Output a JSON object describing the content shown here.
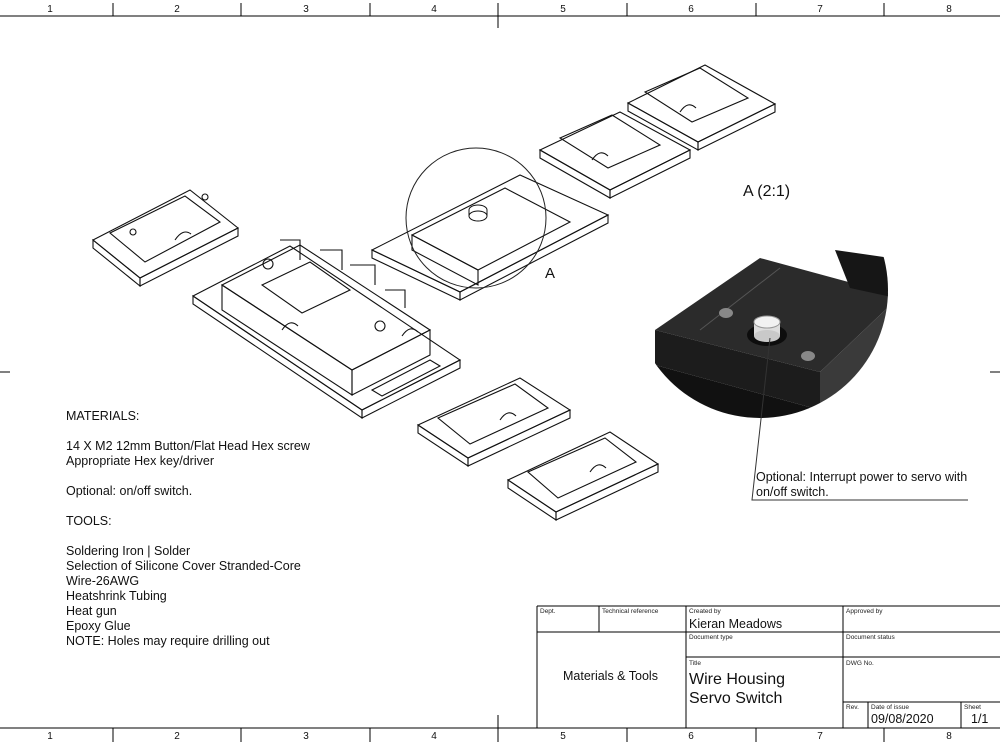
{
  "sheet": {
    "zones_top": [
      "1",
      "2",
      "3",
      "4",
      "5",
      "6",
      "7",
      "8"
    ],
    "zones_bottom": [
      "1",
      "2",
      "3",
      "4",
      "5",
      "6",
      "7",
      "8"
    ]
  },
  "views": {
    "callout_label": "A",
    "detail_label": "A (2:1)",
    "detail_note": [
      "Optional: Interrupt power to servo with",
      "on/off switch."
    ]
  },
  "notes": {
    "materials_heading": "MATERIALS:",
    "materials": [
      "14 X M2 12mm Button/Flat Head Hex screw",
      "Appropriate Hex key/driver"
    ],
    "optional": "Optional: on/off switch.",
    "tools_heading": "TOOLS:",
    "tools": [
      "Soldering Iron | Solder",
      "Selection of Silicone Cover Stranded-Core",
      "Wire-26AWG",
      "Heatshrink Tubing",
      "Heat gun",
      "Epoxy Glue",
      "NOTE: Holes may require drilling out"
    ]
  },
  "title_block": {
    "dept_label": "Dept.",
    "tech_ref_label": "Technical reference",
    "created_by_label": "Created by",
    "created_by": "Kieran Meadows",
    "approved_by_label": "Approved by",
    "doc_type_label": "Document type",
    "doc_status_label": "Document status",
    "dept_value": "Materials & Tools",
    "title_label": "Title",
    "title_line1": "Wire Housing",
    "title_line2": "Servo Switch",
    "dwg_no_label": "DWG No.",
    "rev_label": "Rev.",
    "date_label": "Date of issue",
    "date": "09/08/2020",
    "sheet_label": "Sheet",
    "sheet": "1/1"
  }
}
